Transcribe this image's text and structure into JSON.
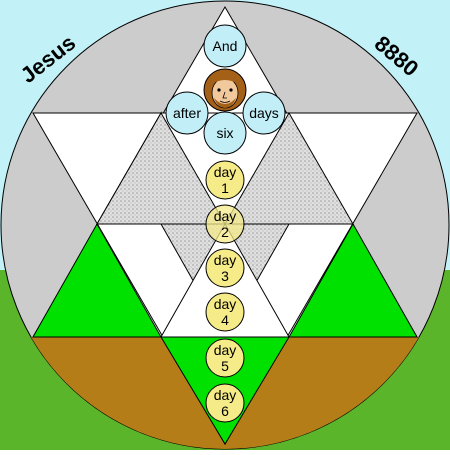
{
  "corner_labels": {
    "left": "Jesus",
    "right": "8880"
  },
  "phrase_words": {
    "top": "And",
    "left": "after",
    "right": "days",
    "bottom": "six"
  },
  "day_word": "day",
  "days": [
    "1",
    "2",
    "3",
    "4",
    "5",
    "6"
  ],
  "colors": {
    "sky": "#c2f1f7",
    "grass": "#5ab52a",
    "circle_fill": "#cccccc",
    "inner_white": "#ffffff",
    "dotted_gray": "#d6d6d6",
    "brown": "#b57d18",
    "bright_green": "#00e100",
    "bubble_blue": "#c2eef8",
    "bubble_yellow": "#f5eb88",
    "outline": "#000000",
    "face_hair": "#a56018",
    "face_skin": "#f2c89d"
  }
}
